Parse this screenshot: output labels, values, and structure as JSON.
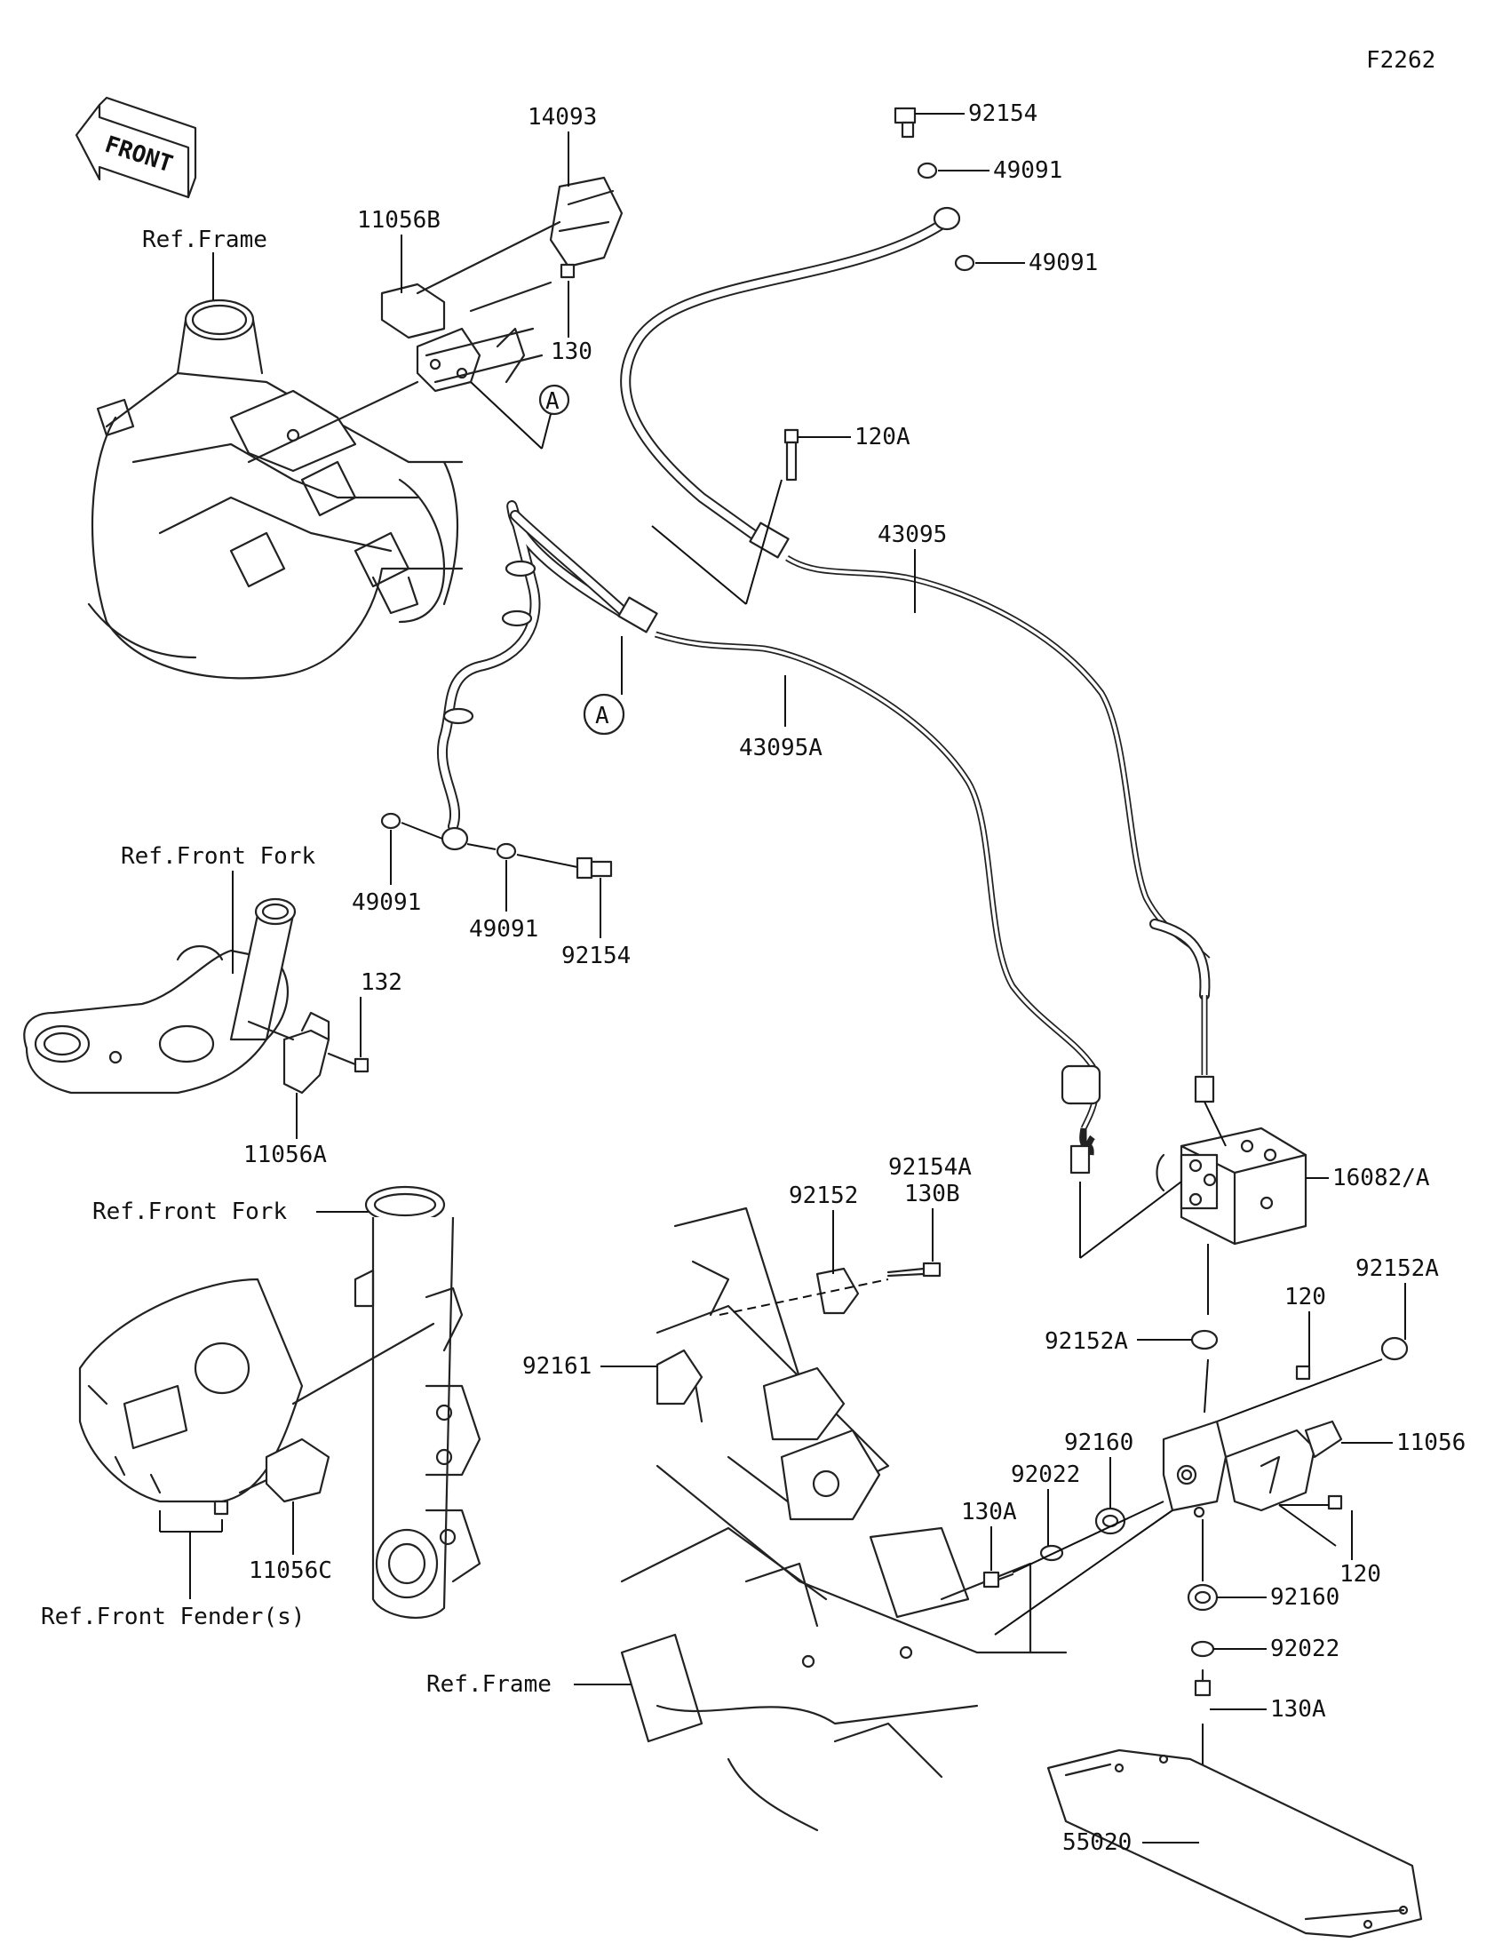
{
  "diagram_code": "F2262",
  "front_arrow": {
    "text": "FRONT"
  },
  "references": {
    "frame_top": "Ref.Frame",
    "front_fork_1": "Ref.Front Fork",
    "front_fork_2": "Ref.Front Fork",
    "front_fender": "Ref.Front Fender(s)",
    "frame_bottom": "Ref.Frame"
  },
  "callouts": {
    "a1": "A",
    "a2": "A"
  },
  "part_numbers": {
    "p14093": "14093",
    "p11056B": "11056B",
    "p130_top": "130",
    "p92154_top": "92154",
    "p49091_top1": "49091",
    "p49091_top2": "49091",
    "p120A": "120A",
    "p43095": "43095",
    "p43095A": "43095A",
    "p49091_mid1": "49091",
    "p49091_mid2": "49091",
    "p92154_mid": "92154",
    "p132": "132",
    "p11056A": "11056A",
    "p92154A": "92154A",
    "p130B": "130B",
    "p92152": "92152",
    "p16082A": "16082/A",
    "p92152A_right": "92152A",
    "p120_top": "120",
    "p92152A_left": "92152A",
    "p92161": "92161",
    "p92160_top": "92160",
    "p11056": "11056",
    "p92022_top": "92022",
    "p130A_left": "130A",
    "p120_bottom": "120",
    "p11056C": "11056C",
    "p92160_bottom": "92160",
    "p92022_bottom": "92022",
    "p130A_bottom": "130A",
    "p55020": "55020"
  }
}
